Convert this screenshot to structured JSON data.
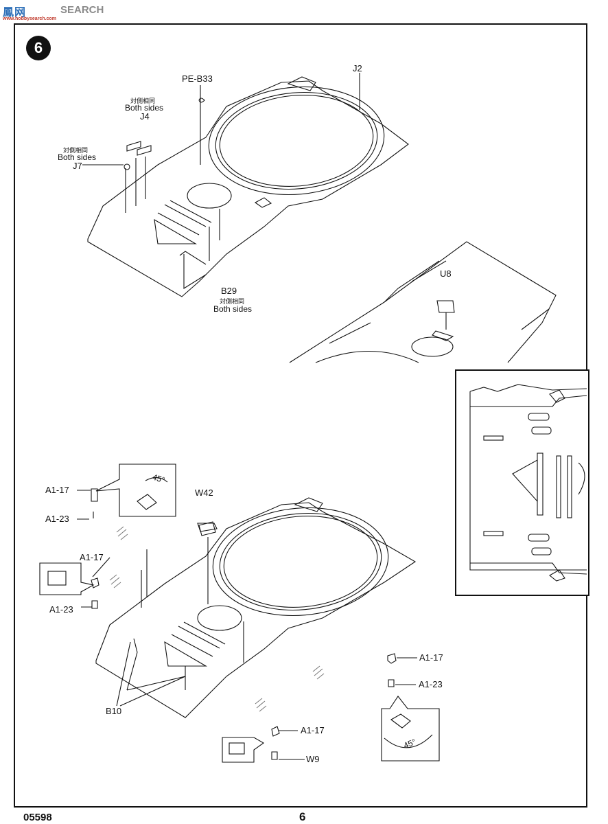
{
  "logo": {
    "brand": "鳳网",
    "brand2": "SEARCH",
    "url": "www.hobbysearch.com"
  },
  "step_number": "6",
  "labels": {
    "pe_b33": "PE-B33",
    "j2": "J2",
    "j4": "J4",
    "j7": "J7",
    "b29": "B29",
    "u8": "U8",
    "w42": "W42",
    "a1_17_top": "A1-17",
    "a1_23_top": "A1-23",
    "a1_17_mid": "A1-17",
    "a1_23_mid": "A1-23",
    "b10": "B10",
    "a1_17_right": "A1-17",
    "a1_23_right": "A1-23",
    "a1_17_bottom": "A1-17",
    "w9": "W9",
    "angle_top": "45°",
    "angle_right": "45°"
  },
  "notes": {
    "both_sides_cn": "対側相同",
    "both_sides_en": "Both sides"
  },
  "footer": {
    "code": "05598",
    "page": "6"
  }
}
